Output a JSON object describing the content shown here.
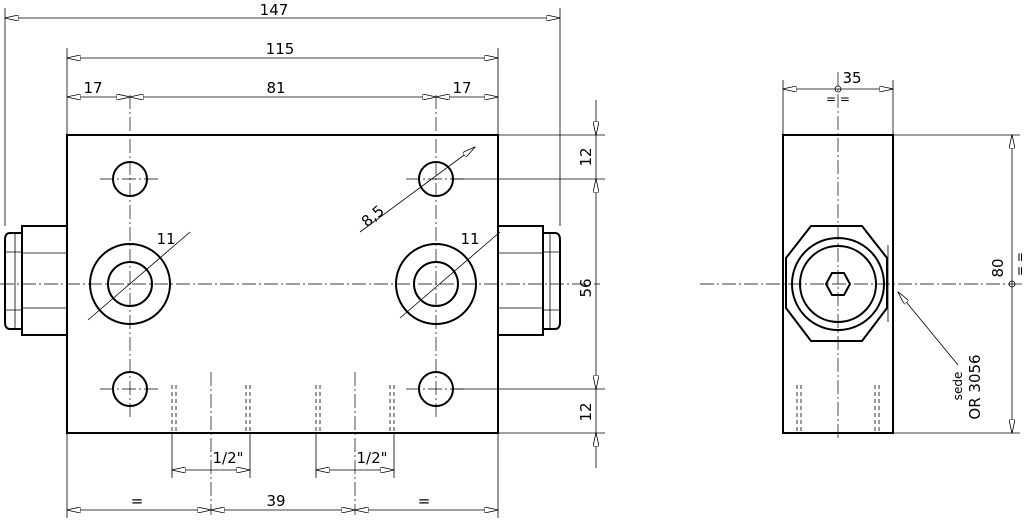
{
  "dimensions": {
    "overall_length": "147",
    "body_length": "115",
    "edge_left": "17",
    "hole_pitch": "81",
    "edge_right": "17",
    "hole_dia": "8,5",
    "port_dia_left": "11",
    "port_dia_right": "11",
    "top_edge": "12",
    "hole_vertical_pitch": "56",
    "bottom_edge": "12",
    "port_thread_left": "1/2\"",
    "port_thread_right": "1/2\"",
    "equal_left": "=",
    "port_spacing": "39",
    "equal_right": "=",
    "side_width": "35",
    "side_height": "80",
    "side_symmetry_h": "=  =",
    "side_symmetry_v": "=  ="
  },
  "notes": {
    "seat_label": "sede",
    "seat_oring": "OR 3056"
  }
}
